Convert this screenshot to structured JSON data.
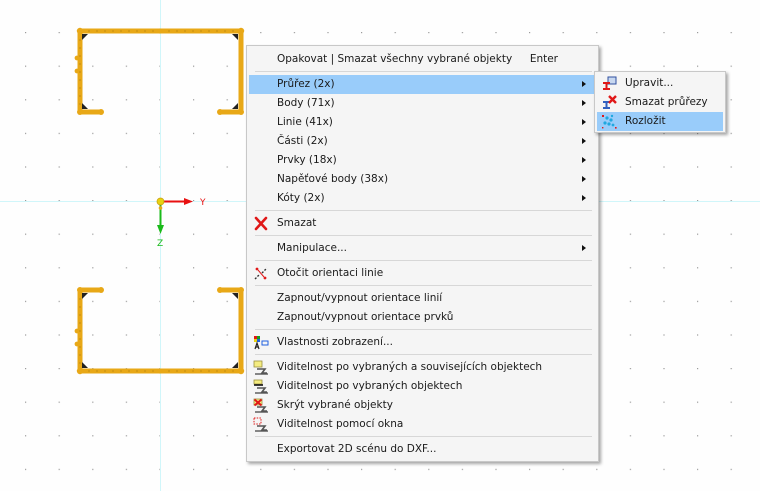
{
  "canvas": {
    "background": "#fefefe",
    "grid_color": "#9a9a9a",
    "axis_line_color": "#d8fafc",
    "section_color": "#e8a817",
    "axes": {
      "y_label": "Y",
      "z_label": "Z",
      "y_color": "#e81010",
      "z_color": "#1aba1a"
    }
  },
  "context_menu": {
    "items": [
      {
        "label": "Opakovat | Smazat všechny vybrané objekty",
        "shortcut": "Enter"
      },
      {
        "label": "Průřez (2x)",
        "submenu": true,
        "highlighted": true
      },
      {
        "label": "Body (71x)",
        "submenu": true
      },
      {
        "label": "Linie (41x)",
        "submenu": true
      },
      {
        "label": "Části (2x)",
        "submenu": true
      },
      {
        "label": "Prvky (18x)",
        "submenu": true
      },
      {
        "label": "Napěťové body (38x)",
        "submenu": true
      },
      {
        "label": "Kóty (2x)",
        "submenu": true
      },
      {
        "label": "Smazat",
        "icon": "delete-x-icon"
      },
      {
        "label": "Manipulace...",
        "submenu": true
      },
      {
        "label": "Otočit orientaci linie",
        "icon": "reverse-line-icon"
      },
      {
        "label": "Zapnout/vypnout orientace linií"
      },
      {
        "label": "Zapnout/vypnout orientace prvků"
      },
      {
        "label": "Vlastnosti zobrazení...",
        "icon": "display-properties-icon"
      },
      {
        "label": "Viditelnost po vybraných a souvisejících objektech",
        "icon": "visibility-related-icon"
      },
      {
        "label": "Viditelnost po vybraných objektech",
        "icon": "visibility-selected-icon"
      },
      {
        "label": "Skrýt vybrané objekty",
        "icon": "hide-selected-icon"
      },
      {
        "label": "Viditelnost pomocí okna",
        "icon": "visibility-window-icon"
      },
      {
        "label": "Exportovat 2D scénu do DXF..."
      }
    ]
  },
  "submenu": {
    "items": [
      {
        "label": "Upravit...",
        "icon": "edit-section-icon"
      },
      {
        "label": "Smazat průřezy",
        "icon": "delete-sections-icon"
      },
      {
        "label": "Rozložit",
        "icon": "explode-icon",
        "highlighted": true
      }
    ]
  },
  "colors": {
    "highlight": "#99ccfa",
    "menu_bg": "#f5f5f5",
    "separator": "#d7d7d7"
  }
}
